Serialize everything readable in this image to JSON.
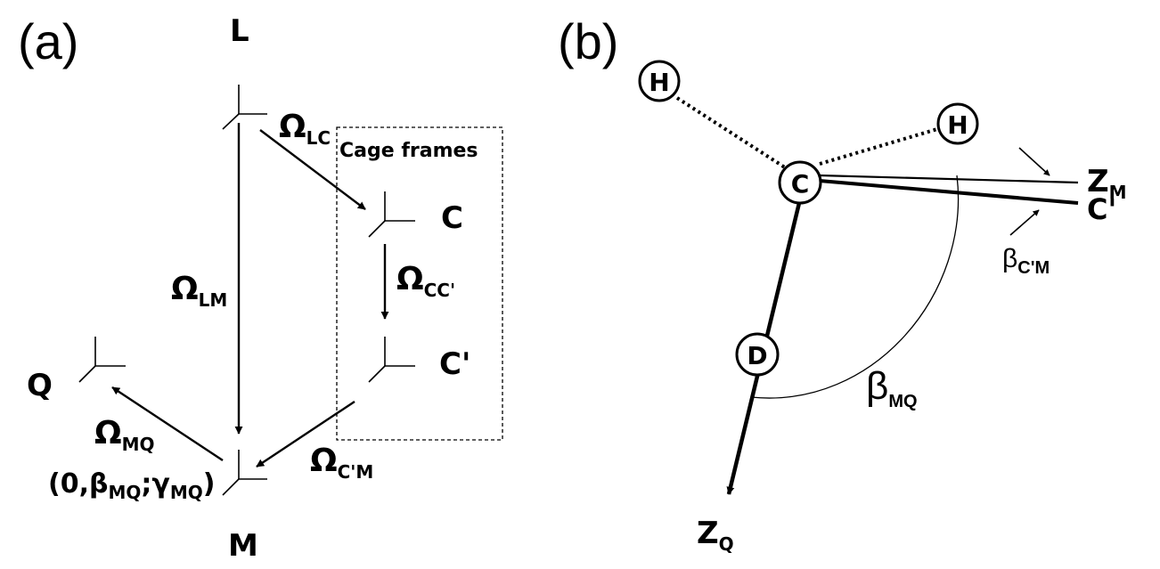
{
  "panel_a": {
    "tag": "(a)",
    "frames": {
      "L": "L",
      "C": "C",
      "C_prime": "C'",
      "Q": "Q",
      "M": "M"
    },
    "cage_box_label": "Cage frames",
    "transforms": {
      "lc": {
        "main": "Ω",
        "sub": "LC"
      },
      "lm": {
        "main": "Ω",
        "sub": "LM"
      },
      "cc": {
        "main": "Ω",
        "sub": "CC'"
      },
      "cm": {
        "main": "Ω",
        "sub": "C'M"
      },
      "mq": {
        "main": "Ω",
        "sub": "MQ"
      }
    },
    "mq_angles": {
      "open": "(0,",
      "beta": "β",
      "beta_sub": "MQ",
      "sep": ";",
      "gamma": "γ",
      "gamma_sub": "MQ",
      "close": ")"
    }
  },
  "panel_b": {
    "tag": "(b)",
    "atoms": {
      "h1": "H",
      "h2": "H",
      "c": "C",
      "d": "D"
    },
    "axes": {
      "zm": {
        "main": "Z",
        "sub": "M"
      },
      "cp": {
        "main": "C'"
      },
      "zq": {
        "main": "Z",
        "sub": "Q"
      }
    },
    "angles": {
      "beta_cm": {
        "main": "β",
        "sub": "C'M"
      },
      "beta_mq": {
        "main": "β",
        "sub": "MQ"
      }
    }
  }
}
